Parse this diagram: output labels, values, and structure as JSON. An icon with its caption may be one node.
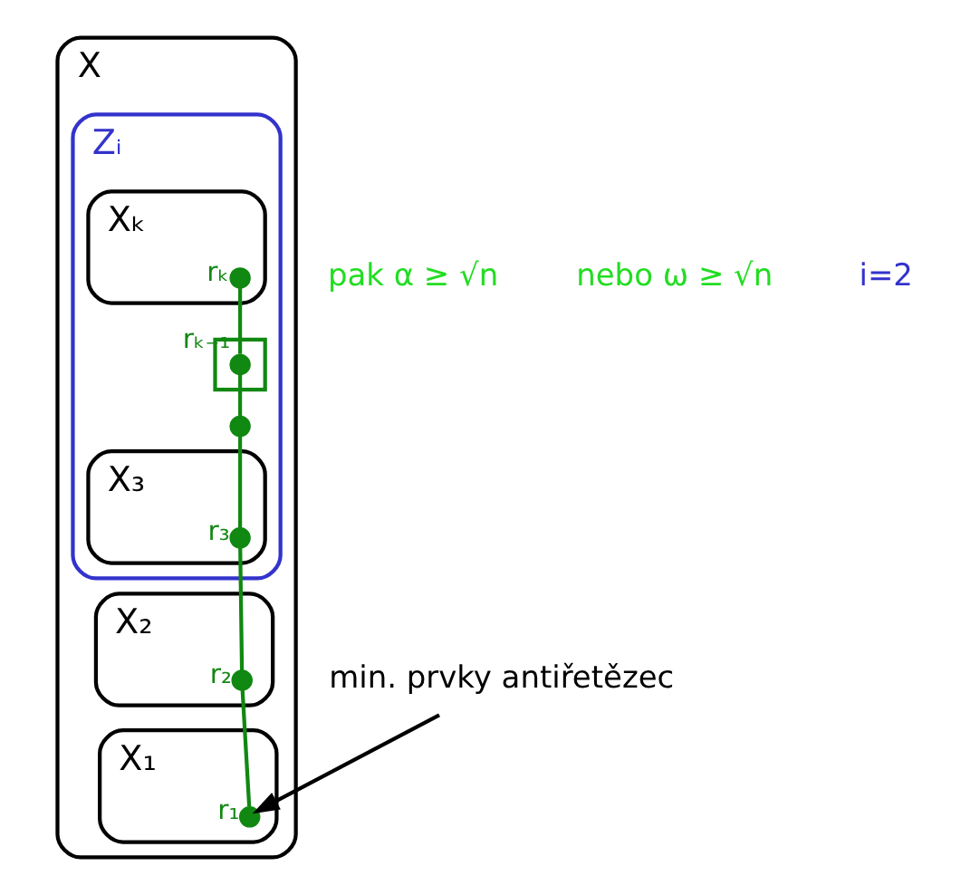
{
  "diagram": {
    "nodes": [
      {
        "text": [
          "X"
        ]
      },
      {
        "text": [
          "Zᵢ"
        ],
        "in": 0
      },
      {
        "text": [
          "Xₖ"
        ],
        "in": 1
      },
      {
        "text": [],
        "shape": "box",
        "in": 1
      },
      {
        "text": [
          "X₃"
        ],
        "in": 1
      },
      {
        "text": [
          "X₂"
        ],
        "in": 0
      },
      {
        "text": [
          "X₁"
        ],
        "in": 0
      },
      {
        "text": [],
        "shape": "circle",
        "beside": [
          "rₖ"
        ],
        "in": 2
      },
      {
        "text": [],
        "shape": "circle",
        "beside": [
          "rₖ₋₁"
        ],
        "in": 3
      },
      {
        "text": [],
        "shape": "circle",
        "in": 1
      },
      {
        "text": [],
        "shape": "circle",
        "beside": [
          "r₃"
        ],
        "in": 4
      },
      {
        "text": [],
        "shape": "circle",
        "beside": [
          "r₂"
        ],
        "in": 5
      },
      {
        "text": [],
        "shape": "circle",
        "beside": [
          "r₁"
        ],
        "in": 6
      },
      {
        "text": [
          "min. prvky antiřetězec"
        ]
      }
    ],
    "edges": [
      {
        "from": 7,
        "to": 8,
        "arrow": "none"
      },
      {
        "from": 8,
        "to": 9,
        "arrow": "none"
      },
      {
        "from": 9,
        "to": 10,
        "arrow": "none"
      },
      {
        "from": 10,
        "to": 11,
        "arrow": "none"
      },
      {
        "from": 11,
        "to": 12,
        "arrow": "none"
      },
      {
        "from": 13,
        "to": 12,
        "arrow": "to",
        "color": "#000000"
      }
    ],
    "labels": [
      "pak α ≥ √n",
      "nebo ω ≥ √n",
      "i=2"
    ]
  }
}
